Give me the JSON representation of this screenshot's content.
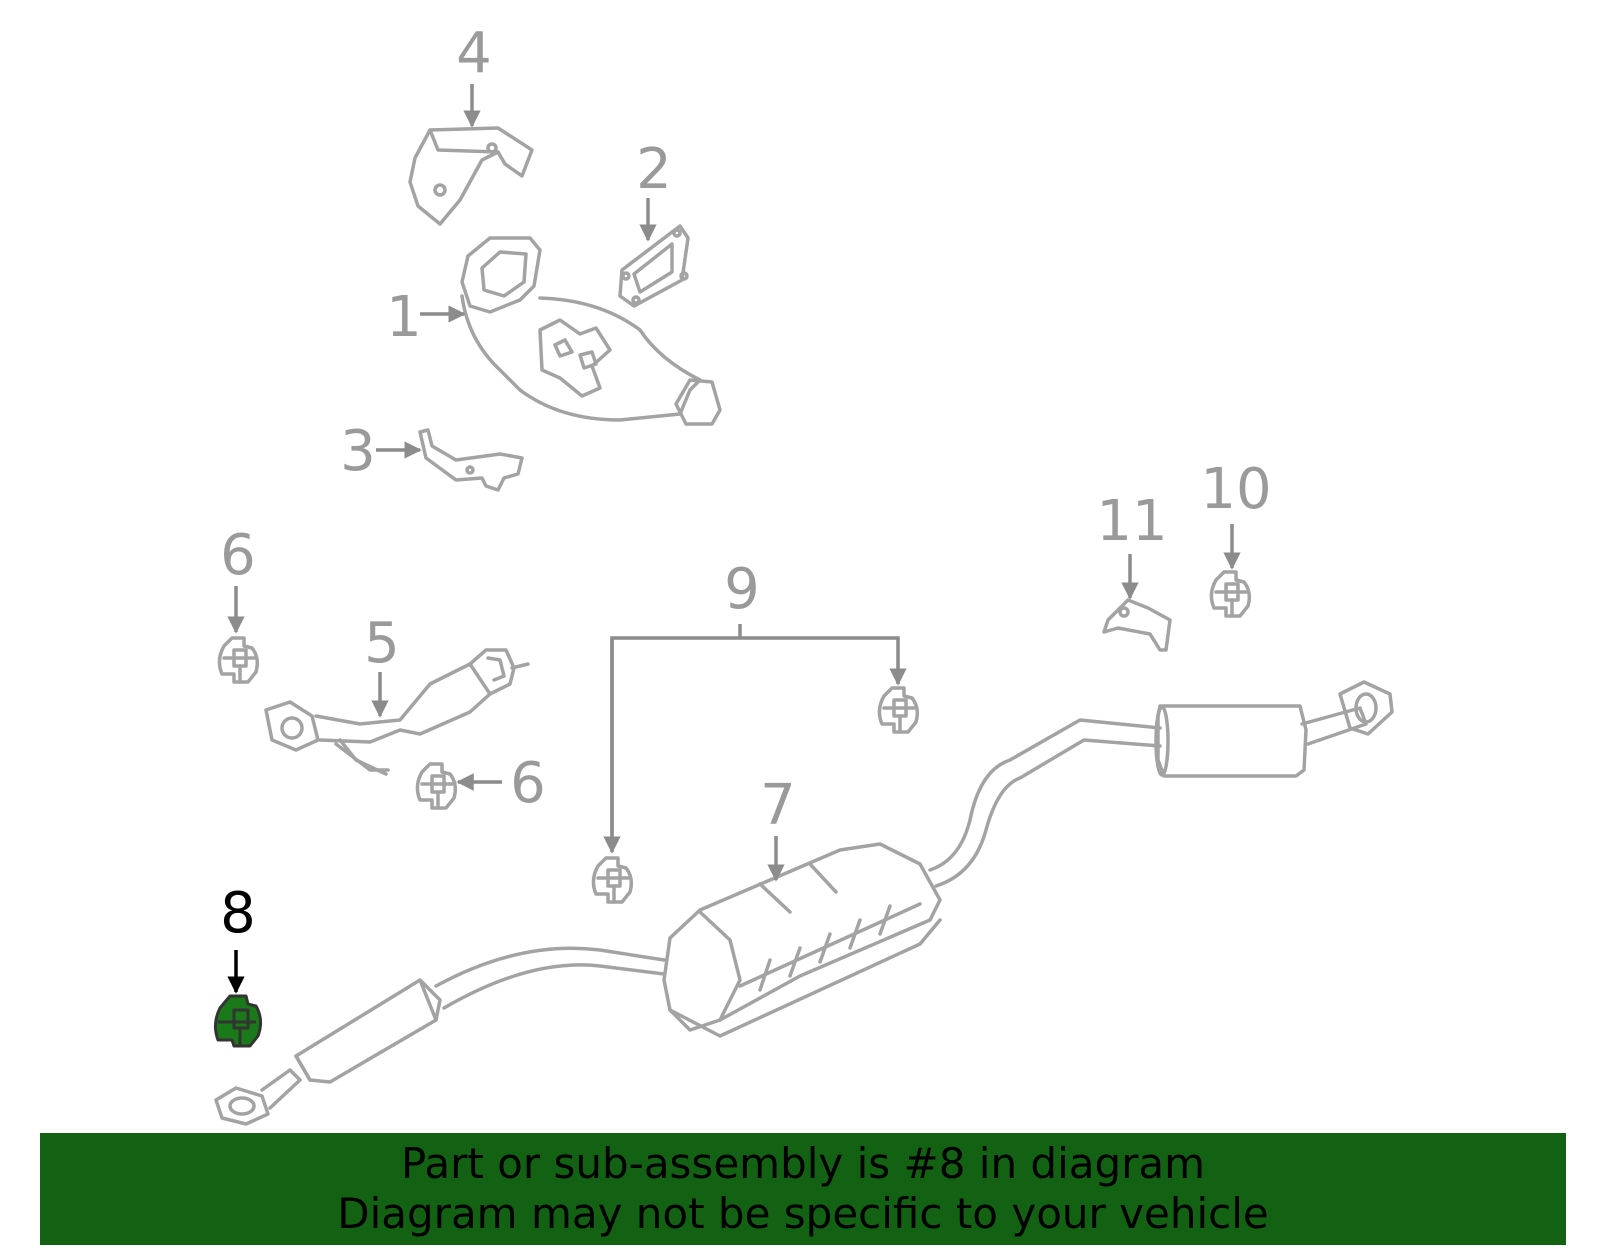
{
  "diagram": {
    "callouts": [
      {
        "id": "1",
        "label": "1",
        "highlighted": false
      },
      {
        "id": "2",
        "label": "2",
        "highlighted": false
      },
      {
        "id": "3",
        "label": "3",
        "highlighted": false
      },
      {
        "id": "4",
        "label": "4",
        "highlighted": false
      },
      {
        "id": "5",
        "label": "5",
        "highlighted": false
      },
      {
        "id": "6a",
        "label": "6",
        "highlighted": false
      },
      {
        "id": "6b",
        "label": "6",
        "highlighted": false
      },
      {
        "id": "7",
        "label": "7",
        "highlighted": false
      },
      {
        "id": "8",
        "label": "8",
        "highlighted": true
      },
      {
        "id": "9",
        "label": "9",
        "highlighted": false
      },
      {
        "id": "10",
        "label": "10",
        "highlighted": false
      },
      {
        "id": "11",
        "label": "11",
        "highlighted": false
      }
    ],
    "highlight_color": "#1a7a1a",
    "line_color": "#a3a3a3"
  },
  "banner": {
    "line1": "Part or sub-assembly is #8 in diagram",
    "line2": "Diagram may not be specific to your vehicle",
    "background": "#136113"
  }
}
